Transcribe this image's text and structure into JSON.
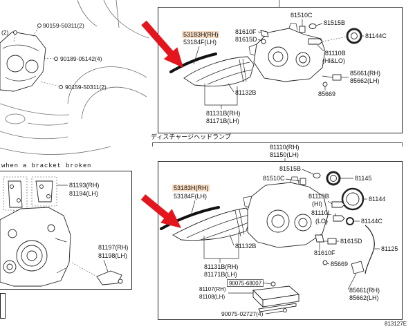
{
  "top_left": {
    "bolt_cut": "(2)",
    "bolt_a": "90159-50311(2)",
    "bolt_b": "90189-05142(4)",
    "bolt_c": "90159-50311(2)"
  },
  "upper_panel": {
    "socket": "81510C",
    "bulb_small": "81515B",
    "bracket_a": "81610F",
    "bracket_b": "81615D",
    "cap": "81144C",
    "seal_rh": "53183H(RH)",
    "seal_lh": "53184F(LH)",
    "bulb_main": "81110B",
    "bulb_main_note": "(HI&LO)",
    "adjuster_rh": "85661(RH)",
    "adjuster_lh": "85662(LH)",
    "screw": "85669",
    "lens_gasket": "81132B",
    "lens_rh": "81131B(RH)",
    "lens_lh": "81171B(LH)"
  },
  "section_title": "ディスチャージヘッドランプ",
  "lower_panel": {
    "assy_rh": "81110(RH)",
    "assy_lh": "81150(LH)",
    "bulb_small": "81515B",
    "socket": "81510C",
    "cover": "81145",
    "seal_rh": "53183H(RH)",
    "seal_lh": "53184F(LH)",
    "cap": "81144",
    "bulb_hi": "81110B",
    "bulb_hi_note": "(HI)",
    "bulb_lo": "81110L",
    "bulb_lo_note": "(LO)",
    "cap_c": "81144C",
    "bracket_b": "81615D",
    "wire": "81125",
    "lens_gasket": "81132B",
    "bracket_a": "81610F",
    "screw": "85669",
    "lens_rh": "81131B(RH)",
    "lens_lh": "81171B(LH)",
    "ballast_rh": "81107(RH)",
    "ballast_lh": "81108(LH)",
    "ballast_screw": "90075-68007",
    "adjuster_rh": "85661(RH)",
    "adjuster_lh": "85662(LH)",
    "screw_b": "90075-02727(4)"
  },
  "left_panel": {
    "note": "when a bracket broken",
    "bracket_rh": "81193(RH)",
    "bracket_lh": "81194(LH)",
    "bracket2_rh": "81197(RH)",
    "bracket2_lh": "81198(LH)"
  },
  "figure_id": "813127E",
  "colors": {
    "highlight": "#f8dcc2",
    "arrow": "#e5151d"
  }
}
